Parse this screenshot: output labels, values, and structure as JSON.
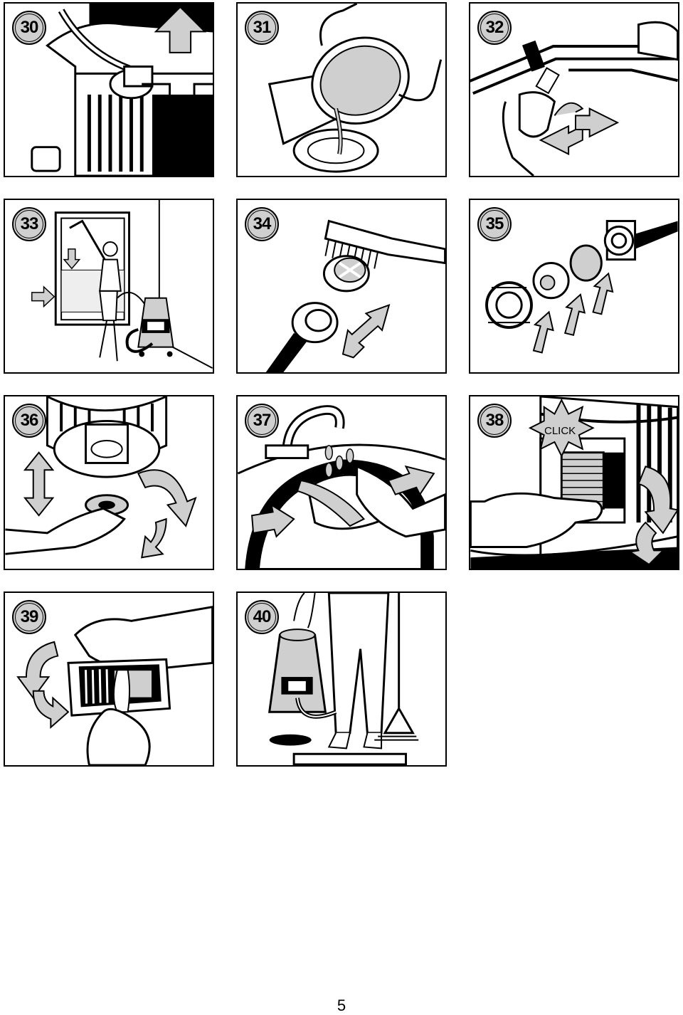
{
  "panels": [
    {
      "number": "30",
      "icons": [
        "plug-icon",
        "arrow-up-icon"
      ]
    },
    {
      "number": "31",
      "icons": [
        "container-icon",
        "toilet-icon"
      ]
    },
    {
      "number": "32",
      "icons": [
        "hose-icon",
        "arrows-left-right-icon"
      ]
    },
    {
      "number": "33",
      "icons": [
        "woman-cleaning-window-icon",
        "vacuum-cleaner-icon",
        "arrow-right-icon"
      ]
    },
    {
      "number": "34",
      "icons": [
        "brush-icon",
        "filter-icon",
        "arrow-diagonal-double-icon"
      ]
    },
    {
      "number": "35",
      "icons": [
        "nut-icon",
        "filter-icon",
        "arrow-up-right-icon"
      ]
    },
    {
      "number": "36",
      "icons": [
        "filter-cap-icon",
        "arrow-vertical-double-icon",
        "arrow-rotate-icon"
      ]
    },
    {
      "number": "37",
      "icons": [
        "faucet-icon",
        "sink-icon",
        "arrow-right-icon"
      ]
    },
    {
      "number": "38",
      "icons": [
        "filter-cartridge-icon",
        "arrow-rotate-icon",
        "click-burst-icon"
      ],
      "click_label": "CLICK"
    },
    {
      "number": "39",
      "icons": [
        "filter-frame-icon",
        "arrow-rotate-icon"
      ]
    },
    {
      "number": "40",
      "icons": [
        "vacuum-cleaner-icon",
        "person-legs-icon",
        "squeegee-icon"
      ]
    }
  ],
  "page_number": "5",
  "colors": {
    "line": "#000000",
    "fill_gray": "#cfcfcf",
    "background": "#ffffff"
  }
}
